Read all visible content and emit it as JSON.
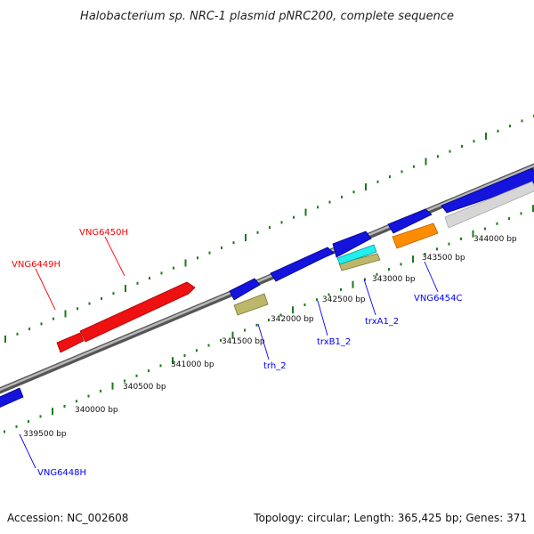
{
  "title": "Halobacterium sp. NRC-1 plasmid pNRC200, complete sequence",
  "footer": {
    "accession": "Accession: NC_002608",
    "topology": "Topology: circular; Length: 365,425 bp; Genes: 371"
  },
  "colors": {
    "hypothetical": "#ff0000",
    "known": "#0000ff",
    "tick": "#1a7a1a",
    "backbone": "#888888"
  },
  "bp_labels": [
    "339500 bp",
    "340000 bp",
    "340500 bp",
    "341000 bp",
    "341500 bp",
    "342000 bp",
    "342500 bp",
    "343000 bp",
    "343500 bp",
    "344000 bp"
  ],
  "gene_labels": {
    "vng6449h": "VNG6449H",
    "vng6450h": "VNG6450H",
    "trh_2": "trh_2",
    "trxb1_2": "trxB1_2",
    "trxa1_2": "trxA1_2",
    "vng6454c": "VNG6454C",
    "vng6448h": "VNG6448H"
  }
}
